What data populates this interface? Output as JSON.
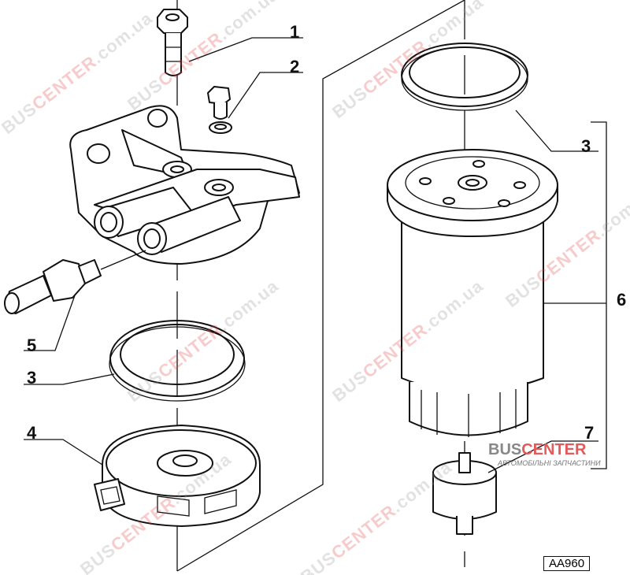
{
  "callouts": [
    "1",
    "2",
    "3",
    "6",
    "7",
    "5",
    "3",
    "4"
  ],
  "watermark": {
    "prefix": "BUS",
    "accent": "CENTER",
    "suffix": ".com.ua"
  },
  "logo": {
    "name_prefix": "BUS",
    "name_accent": "CENTER",
    "tagline": "АВТОМОБІЛЬНІ ЗАПЧАСТИНИ",
    "accent_color": "#e35a5a"
  },
  "diagram_code": "AA960"
}
